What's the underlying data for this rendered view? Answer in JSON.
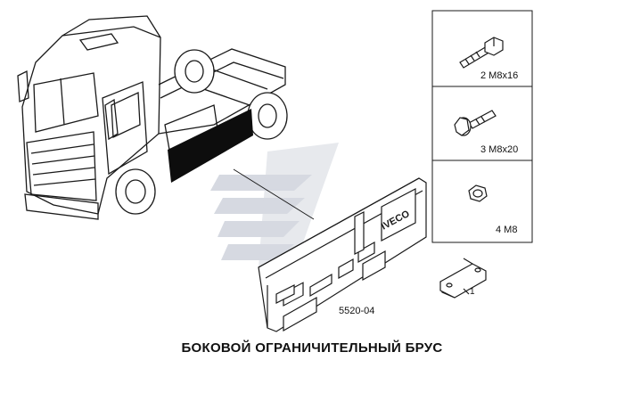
{
  "caption": "БОКОВОЙ ОГРАНИЧИТЕЛЬНЫЙ БРУС",
  "reference_code": "5520-04",
  "brand_on_panel": "IVECO",
  "fasteners": [
    {
      "qty_label": "2 М8х16",
      "icon": "hex-bolt-icon"
    },
    {
      "qty_label": "3 М8х20",
      "icon": "flange-bolt-icon"
    },
    {
      "qty_label": "4 М8",
      "icon": "hex-nut-icon"
    }
  ],
  "bracket_label": "1",
  "colors": {
    "line": "#1a1a1a",
    "watermark": "#c8cdd8",
    "guard_black": "#0d0d0d"
  }
}
